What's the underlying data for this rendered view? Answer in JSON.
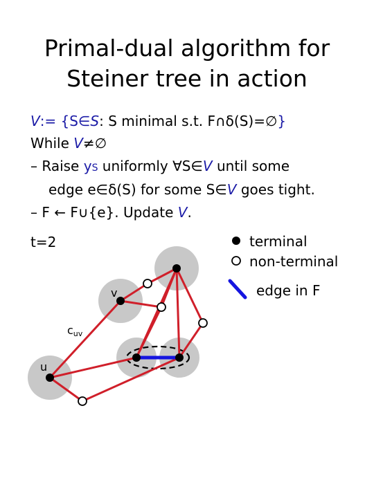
{
  "slide": {
    "title_line1": "Primal-dual algorithm for",
    "title_line2": "Steiner tree in action"
  },
  "algorithm": {
    "l1_V": "V",
    "l1_a": ":= {S",
    "l1_in": "∈",
    "l1_S": "S",
    "l1_b": ": S minimal s.t. F",
    "l1_cap": "∩",
    "l1_delta": "δ",
    "l1_c": "(S)=",
    "l1_empty": "∅",
    "l1_d": "}",
    "l2_a": "While ",
    "l2_V": "V",
    "l2_ne": "≠",
    "l2_empty": "∅",
    "l3_a": "– Raise ",
    "l3_y": "y",
    "l3_sub": "S",
    "l3_b": " uniformly ",
    "l3_forall": "∀",
    "l3_c": "S",
    "l3_in": "∈",
    "l3_V": "V",
    "l3_d": " until some",
    "l4_a": "edge e",
    "l4_in": "∈",
    "l4_delta": "δ",
    "l4_b": "(S) for some S",
    "l4_in2": "∈",
    "l4_V": "V",
    "l4_c": " goes tight.",
    "l5_a": "– F ",
    "l5_arrow": "←",
    "l5_b": " F",
    "l5_cup": "∪",
    "l5_c": "{e}. Update ",
    "l5_V": "V",
    "l5_d": "."
  },
  "diagram": {
    "time_label": "t=2",
    "legend_terminal": "terminal",
    "legend_nonterminal": "non-terminal",
    "legend_edge": "edge in F",
    "label_v": "v",
    "label_cuv": "c",
    "label_cuv_sub": "uv",
    "label_u": "u",
    "colors": {
      "edge": "#d01f2a",
      "edge_in_F": "#1515e0",
      "moat": "#c8c8c8",
      "terminal": "#000000",
      "text_blue": "#1a1aa6"
    }
  }
}
